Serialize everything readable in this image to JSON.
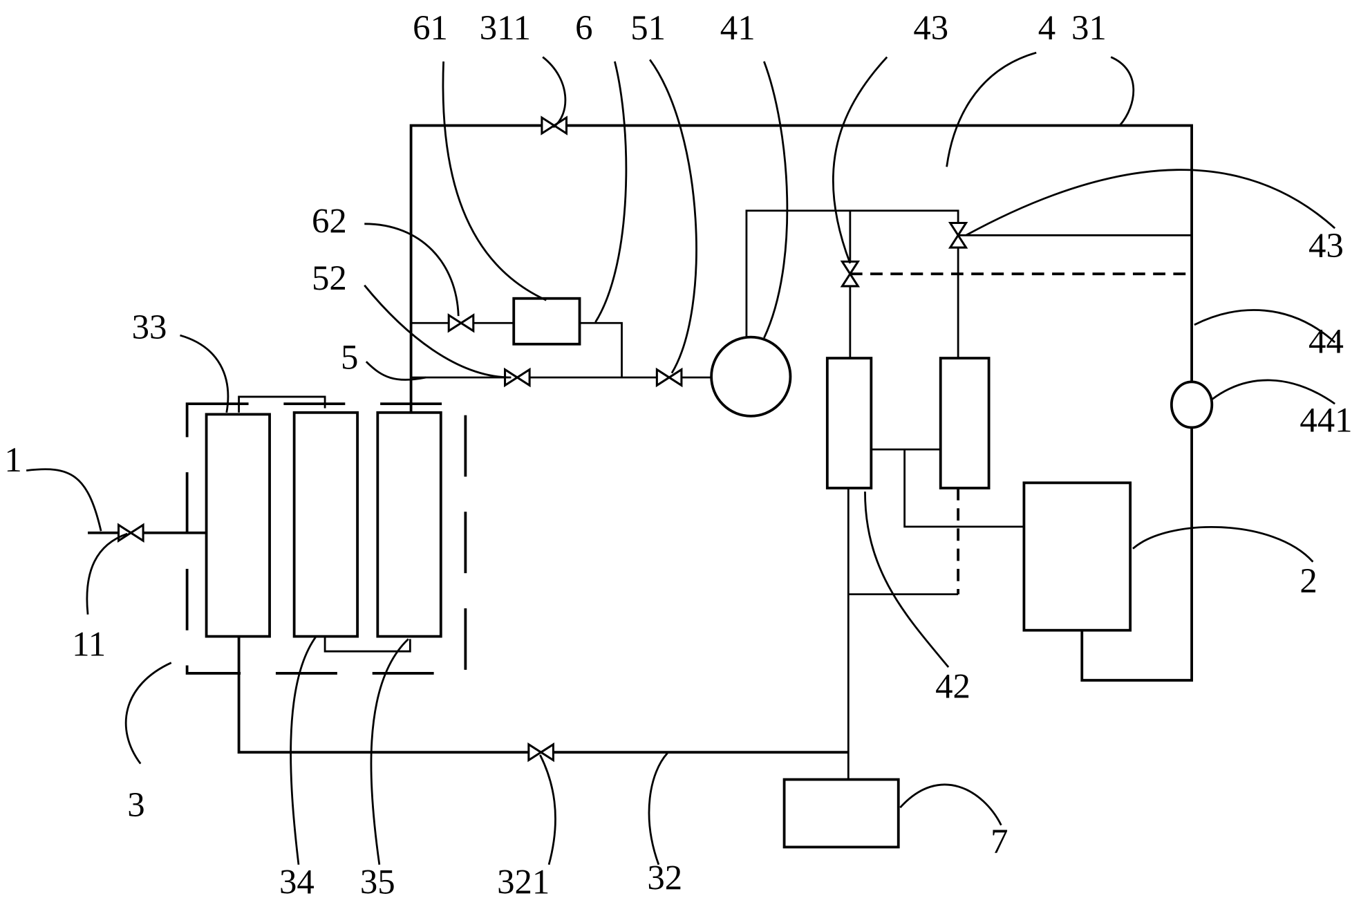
{
  "diagram": {
    "type": "schematic-pipe-system",
    "labels": {
      "l1": "1",
      "l11": "11",
      "l2": "2",
      "l3": "3",
      "l4": "4",
      "l5": "5",
      "l6": "6",
      "l7": "7",
      "l31": "31",
      "l311": "311",
      "l32": "32",
      "l321": "321",
      "l33": "33",
      "l34": "34",
      "l35": "35",
      "l41": "41",
      "l42": "42",
      "l43a": "43",
      "l43b": "43",
      "l44": "44",
      "l441": "441",
      "l51": "51",
      "l52": "52",
      "l61": "61",
      "l62": "62"
    },
    "components": [
      {
        "id": "1",
        "desc": "inlet pipe"
      },
      {
        "id": "11",
        "desc": "inlet valve"
      },
      {
        "id": "2",
        "desc": "tank unit"
      },
      {
        "id": "3",
        "desc": "filter assembly (dashed enclosure)"
      },
      {
        "id": "31",
        "desc": "upper pipe"
      },
      {
        "id": "311",
        "desc": "valve on upper pipe"
      },
      {
        "id": "32",
        "desc": "lower pipe"
      },
      {
        "id": "321",
        "desc": "valve on lower pipe"
      },
      {
        "id": "33",
        "desc": "filter cartridge 1"
      },
      {
        "id": "34",
        "desc": "filter cartridge 2"
      },
      {
        "id": "35",
        "desc": "filter cartridge 3"
      },
      {
        "id": "4",
        "desc": "subsystem"
      },
      {
        "id": "41",
        "desc": "pump"
      },
      {
        "id": "42",
        "desc": "membrane modules"
      },
      {
        "id": "43",
        "desc": "valves"
      },
      {
        "id": "44",
        "desc": "return pipe"
      },
      {
        "id": "441",
        "desc": "check valve / sensor"
      },
      {
        "id": "5",
        "desc": "branch pipe"
      },
      {
        "id": "51",
        "desc": "valve"
      },
      {
        "id": "52",
        "desc": "valve"
      },
      {
        "id": "6",
        "desc": "bypass pipe"
      },
      {
        "id": "61",
        "desc": "bypass component"
      },
      {
        "id": "62",
        "desc": "bypass valve"
      },
      {
        "id": "7",
        "desc": "drain tank"
      }
    ]
  }
}
